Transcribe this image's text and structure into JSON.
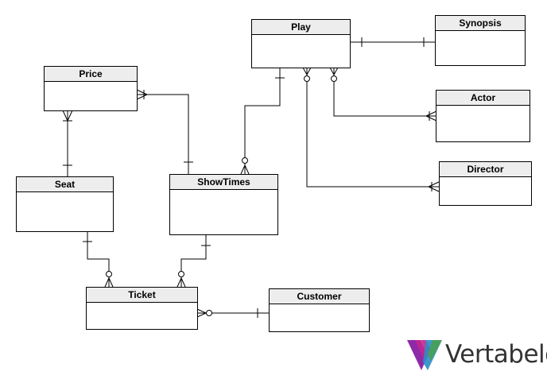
{
  "entities": {
    "play": "Play",
    "synopsis": "Synopsis",
    "price": "Price",
    "actor": "Actor",
    "seat": "Seat",
    "showtimes": "ShowTimes",
    "director": "Director",
    "ticket": "Ticket",
    "customer": "Customer"
  },
  "brand": {
    "name": "Vertabelo",
    "logo_colors": [
      "#8e2aa8",
      "#c2268e",
      "#2b8cc4",
      "#4aa04a"
    ]
  },
  "line_color": "#000000",
  "header_color": "#ededed"
}
